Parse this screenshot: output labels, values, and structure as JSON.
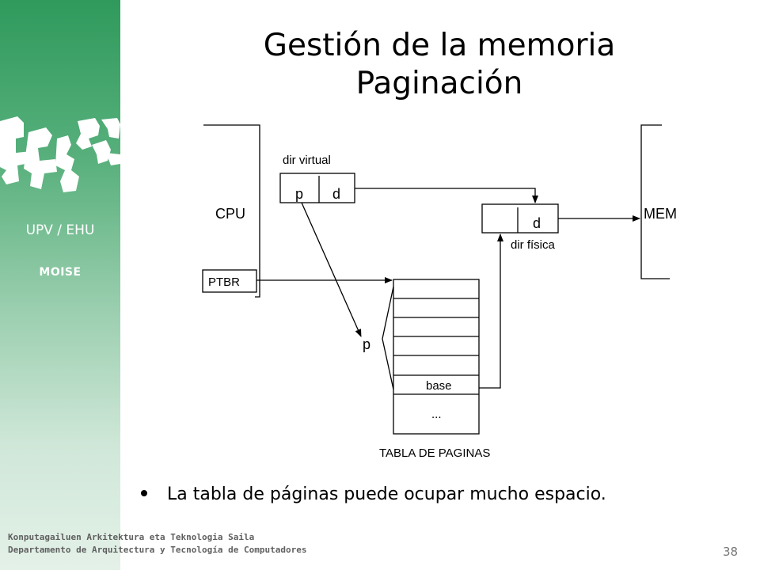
{
  "sidebar": {
    "university": "UPV / EHU",
    "group": "MOISE"
  },
  "title": {
    "line1": "Gestión de la memoria",
    "line2": "Paginación"
  },
  "diagram": {
    "cpu_label": "CPU",
    "mem_label": "MEM",
    "ptbr_label": "PTBR",
    "virtual_address_label": "dir virtual",
    "physical_address_label": "dir física",
    "page_field": "p",
    "offset_field": "d",
    "index_label": "p",
    "base_label": "base",
    "ellipsis": "...",
    "table_label": "TABLA DE PAGINAS"
  },
  "bullets": [
    "La tabla de páginas puede ocupar mucho espacio."
  ],
  "footer": {
    "line1": "Konputagailuen Arkitektura eta Teknologia Saila",
    "line2": "Departamento de Arquitectura y Tecnología de Computadores"
  },
  "page_number": "38",
  "colors": {
    "sidebar_top": "#2f9a5c",
    "sidebar_bottom": "#e4f1e8",
    "text": "#000000"
  }
}
